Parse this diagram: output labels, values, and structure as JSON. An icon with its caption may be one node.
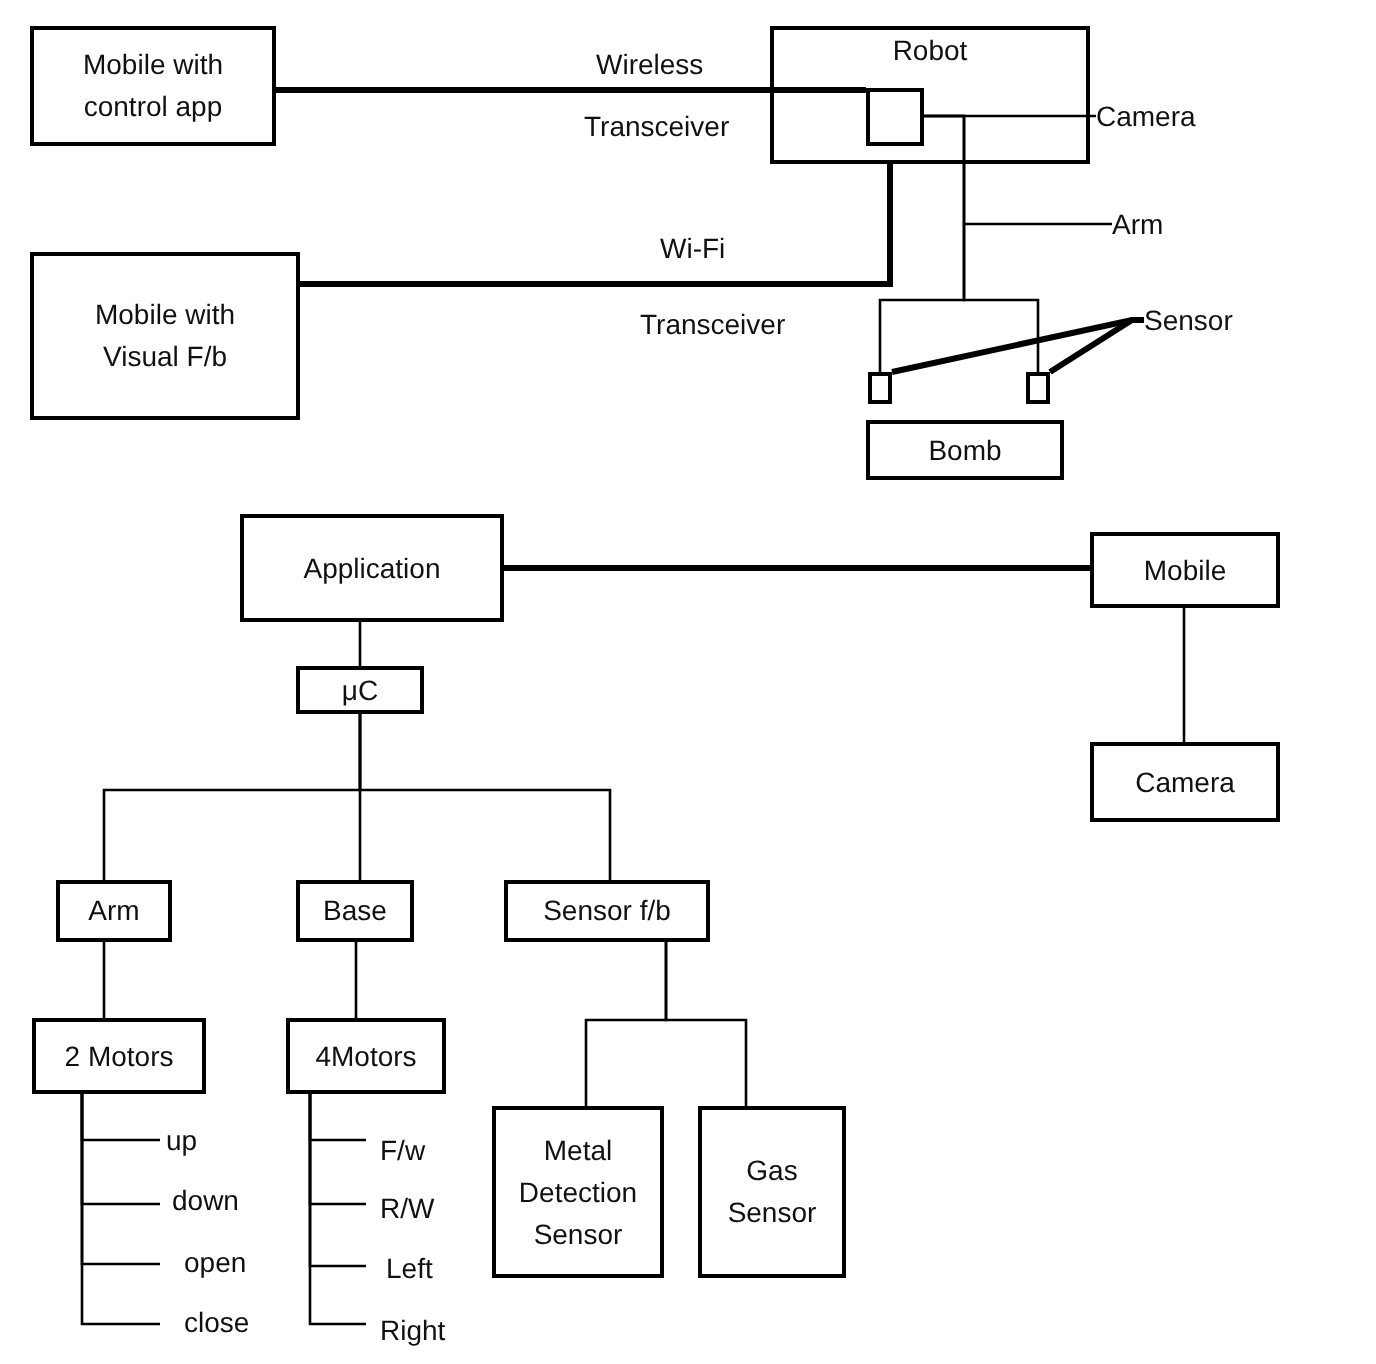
{
  "diagram": {
    "nodes": [
      {
        "text": [
          "Mobile with control app"
        ]
      },
      {
        "text": [
          "Robot"
        ]
      },
      {
        "text": [],
        "shape": "box",
        "in": 1
      },
      {
        "text": [
          "Mobile with Visual F/b"
        ]
      },
      {
        "text": [
          "Camera"
        ]
      },
      {
        "text": [
          "Arm"
        ]
      },
      {
        "text": [
          "Sensor"
        ]
      },
      {
        "text": [],
        "shape": "box"
      },
      {
        "text": [],
        "shape": "box"
      },
      {
        "text": [
          "Bomb"
        ]
      },
      {
        "text": [
          "Application"
        ]
      },
      {
        "text": [
          "μC"
        ]
      },
      {
        "text": [
          "Arm"
        ]
      },
      {
        "text": [
          "Base"
        ]
      },
      {
        "text": [
          "Sensor f/b"
        ]
      },
      {
        "text": [
          "2 Motors"
        ]
      },
      {
        "text": [
          "4Motors"
        ]
      },
      {
        "text": [
          "Metal Detection Sensor"
        ]
      },
      {
        "text": [
          "Gas Sensor"
        ]
      },
      {
        "text": [
          "Mobile"
        ]
      },
      {
        "text": [
          "Camera"
        ]
      },
      {
        "text": [
          "up"
        ]
      },
      {
        "text": [
          "down"
        ]
      },
      {
        "text": [
          "open"
        ]
      },
      {
        "text": [
          "close"
        ]
      },
      {
        "text": [
          "F/w"
        ]
      },
      {
        "text": [
          "R/W"
        ]
      },
      {
        "text": [
          "Left"
        ]
      },
      {
        "text": [
          "Right"
        ]
      }
    ],
    "edges": [
      {
        "from": 0,
        "to": 2,
        "arrow": "none",
        "style": "thick"
      },
      {
        "from": 3,
        "to": 1,
        "arrow": "none",
        "style": "thick"
      },
      {
        "from": 4,
        "to": 2,
        "arrow": "none"
      },
      {
        "from": 5,
        "to": null,
        "arrow": "none"
      },
      {
        "from": 2,
        "to": 7,
        "arrow": "none"
      },
      {
        "from": 2,
        "to": 8,
        "arrow": "none"
      },
      {
        "from": 6,
        "to": 7,
        "arrow": "none",
        "style": "thick"
      },
      {
        "from": 6,
        "to": 8,
        "arrow": "none",
        "style": "thick"
      },
      {
        "from": 10,
        "to": 19,
        "arrow": "none",
        "style": "thick"
      },
      {
        "from": 19,
        "to": 20,
        "arrow": "none"
      },
      {
        "from": 10,
        "to": 11,
        "arrow": "none"
      },
      {
        "from": 11,
        "to": 12,
        "arrow": "none"
      },
      {
        "from": 11,
        "to": 13,
        "arrow": "none"
      },
      {
        "from": 11,
        "to": 14,
        "arrow": "none"
      },
      {
        "from": 12,
        "to": 15,
        "arrow": "none"
      },
      {
        "from": 13,
        "to": 16,
        "arrow": "none"
      },
      {
        "from": 14,
        "to": 17,
        "arrow": "none"
      },
      {
        "from": 14,
        "to": 18,
        "arrow": "none"
      },
      {
        "from": 15,
        "to": 21,
        "arrow": "none"
      },
      {
        "from": 15,
        "to": 22,
        "arrow": "none"
      },
      {
        "from": 15,
        "to": 23,
        "arrow": "none"
      },
      {
        "from": 15,
        "to": 24,
        "arrow": "none"
      },
      {
        "from": 16,
        "to": 25,
        "arrow": "none"
      },
      {
        "from": 16,
        "to": 26,
        "arrow": "none"
      },
      {
        "from": 16,
        "to": 27,
        "arrow": "none"
      },
      {
        "from": 16,
        "to": 28,
        "arrow": "none"
      }
    ],
    "labels": [
      "Wireless",
      "Transceiver",
      "Wi-Fi",
      "Transceiver"
    ]
  }
}
